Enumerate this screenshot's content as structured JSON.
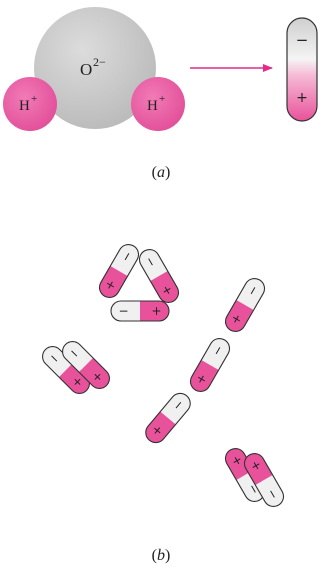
{
  "panel_a": {
    "oxygen_label": "O",
    "oxygen_charge": "2−",
    "hydrogen_left_label": "H",
    "hydrogen_left_charge": "+",
    "hydrogen_right_label": "H",
    "hydrogen_right_charge": "+",
    "dipole_negative": "−",
    "dipole_positive": "+",
    "caption_open": "(",
    "caption_letter": "a",
    "caption_close": ")"
  },
  "panel_b": {
    "negative_symbol": "−",
    "positive_symbol": "+",
    "caption_open": "(",
    "caption_letter": "b",
    "caption_close": ")"
  },
  "colors": {
    "pink": "#e8529a",
    "pink_light": "#ef9ac4",
    "gray": "#d2d2d2",
    "light": "#f0f0f0",
    "arrow": "#e62a8a",
    "outline": "#333333"
  }
}
